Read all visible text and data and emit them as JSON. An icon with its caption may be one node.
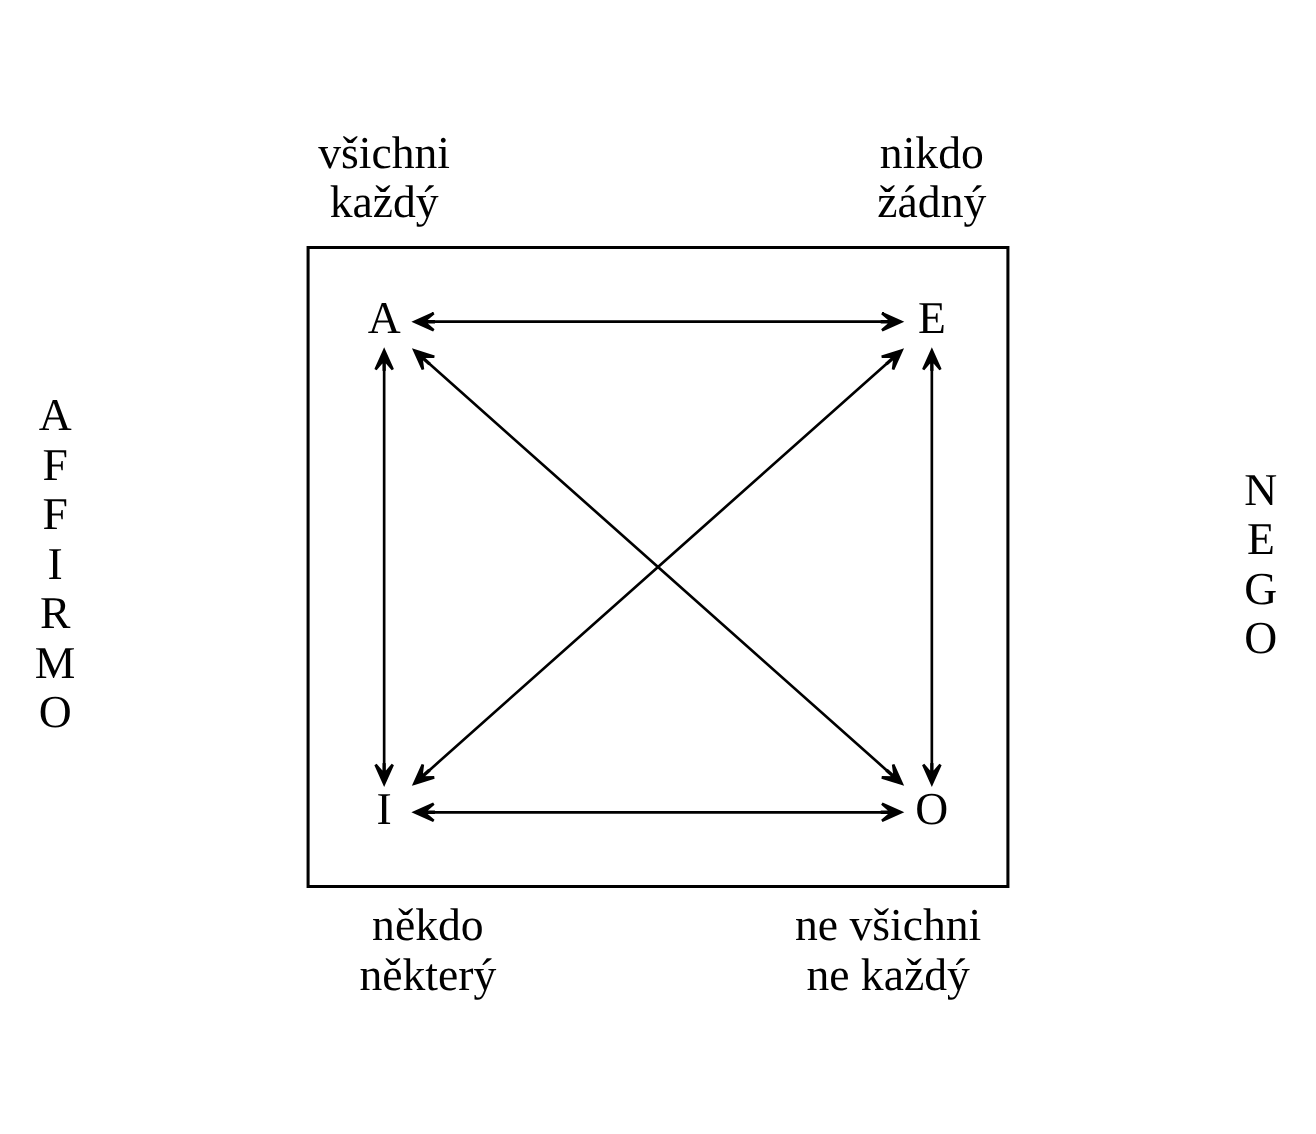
{
  "diagram": {
    "nodes": [
      {
        "text": [],
        "shape": "box"
      },
      {
        "text": [
          "A"
        ],
        "in": 0,
        "beside": [
          "všichni každý"
        ]
      },
      {
        "text": [
          "E"
        ],
        "in": 0,
        "beside": [
          "nikdo žádný"
        ]
      },
      {
        "text": [
          "I"
        ],
        "in": 0,
        "beside": [
          "někdo některý"
        ]
      },
      {
        "text": [
          "O"
        ],
        "in": 0,
        "beside": [
          "ne všichni ne každý"
        ]
      }
    ],
    "edges": [
      {
        "from": 1,
        "to": 2,
        "arrow": "both"
      },
      {
        "from": 1,
        "to": 3,
        "arrow": "both"
      },
      {
        "from": 2,
        "to": 4,
        "arrow": "both"
      },
      {
        "from": 1,
        "to": 4,
        "arrow": "both"
      },
      {
        "from": 2,
        "to": 3,
        "arrow": "both"
      },
      {
        "from": 3,
        "to": 4,
        "arrow": "both"
      }
    ],
    "labels": [
      "AFFIRMO",
      "NEGO"
    ]
  }
}
